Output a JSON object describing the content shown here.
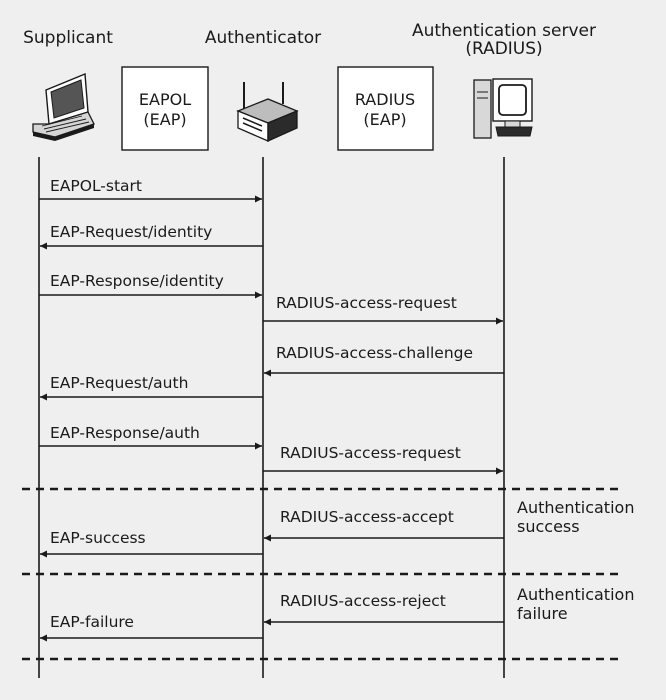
{
  "actors": {
    "supplicant": "Supplicant",
    "authenticator": "Authenticator",
    "server_line1": "Authentication server",
    "server_line2": "(RADIUS)"
  },
  "protocol_boxes": {
    "left": {
      "line1": "EAPOL",
      "line2": "(EAP)"
    },
    "right": {
      "line1": "RADIUS",
      "line2": "(EAP)"
    }
  },
  "icons": {
    "supplicant": "laptop-icon",
    "authenticator": "access-point-icon",
    "server": "server-computer-icon"
  },
  "messages": [
    {
      "label": "EAPOL-start",
      "from": "supplicant",
      "to": "authenticator"
    },
    {
      "label": "EAP-Request/identity",
      "from": "authenticator",
      "to": "supplicant"
    },
    {
      "label": "EAP-Response/identity",
      "from": "supplicant",
      "to": "authenticator"
    },
    {
      "label": "RADIUS-access-request",
      "from": "authenticator",
      "to": "server"
    },
    {
      "label": "RADIUS-access-challenge",
      "from": "server",
      "to": "authenticator"
    },
    {
      "label": "EAP-Request/auth",
      "from": "authenticator",
      "to": "supplicant"
    },
    {
      "label": "EAP-Response/auth",
      "from": "supplicant",
      "to": "authenticator"
    },
    {
      "label": "RADIUS-access-request",
      "from": "authenticator",
      "to": "server"
    },
    {
      "label": "RADIUS-access-accept",
      "from": "server",
      "to": "authenticator"
    },
    {
      "label": "EAP-success",
      "from": "authenticator",
      "to": "supplicant"
    },
    {
      "label": "RADIUS-access-reject",
      "from": "server",
      "to": "authenticator"
    },
    {
      "label": "EAP-failure",
      "from": "authenticator",
      "to": "supplicant"
    }
  ],
  "notes": {
    "success_line1": "Authentication",
    "success_line2": "success",
    "failure_line1": "Authentication",
    "failure_line2": "failure"
  }
}
